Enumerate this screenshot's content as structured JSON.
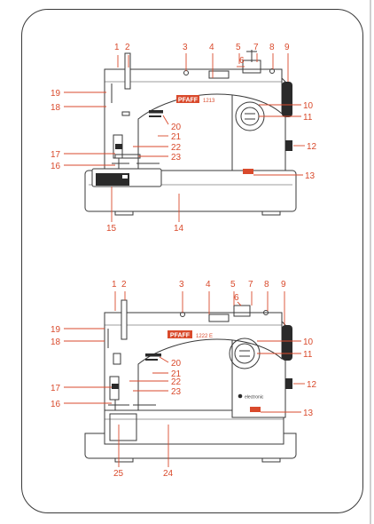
{
  "diagrams": [
    {
      "model_badge": "PFAFF",
      "model_number": "1213",
      "callouts": [
        "1",
        "2",
        "3",
        "4",
        "5",
        "6",
        "7",
        "8",
        "9",
        "10",
        "11",
        "12",
        "13",
        "14",
        "15",
        "16",
        "17",
        "18",
        "19",
        "20",
        "21",
        "22",
        "23"
      ]
    },
    {
      "model_badge": "PFAFF",
      "model_number": "1222 E",
      "brand_mark": "electronic",
      "callouts": [
        "1",
        "2",
        "3",
        "4",
        "5",
        "6",
        "7",
        "8",
        "9",
        "10",
        "11",
        "12",
        "13",
        "16",
        "17",
        "18",
        "19",
        "20",
        "21",
        "22",
        "23",
        "24",
        "25"
      ]
    }
  ],
  "colors": {
    "callout": "#d94a2c",
    "line_art": "#3a3a3a",
    "badge": "#d94a2c"
  }
}
